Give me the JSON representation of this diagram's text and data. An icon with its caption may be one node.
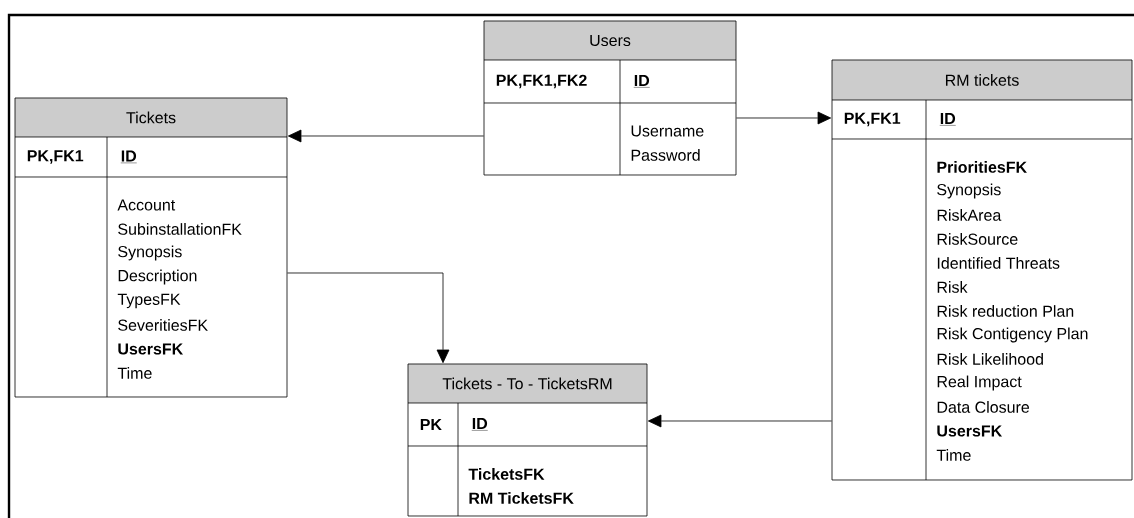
{
  "diagram": {
    "nodes": [
      {
        "text": [
          "Tickets",
          "PK,FK1",
          "ID",
          "Account",
          "SubinstallationFK",
          "Synopsis",
          "Description",
          "TypesFK",
          "SeveritiesFK",
          "**UsersFK**",
          "Time"
        ]
      },
      {
        "text": [
          "Users",
          "PK,FK1,FK2",
          "ID",
          "Username",
          "Password"
        ]
      },
      {
        "text": [
          "RM tickets",
          "PK,FK1",
          "ID",
          "**PrioritiesFK**",
          "Synopsis",
          "RiskArea",
          "RiskSource",
          "Identified Threats",
          "Risk",
          "Risk reduction Plan",
          "Risk Contigency Plan",
          "Risk Likelihood",
          "Real Impact",
          "Data Closure",
          "**UsersFK**",
          "Time"
        ]
      },
      {
        "text": [
          "Tickets - To - TicketsRM",
          "PK",
          "ID",
          "**TicketsFK**",
          "**RM TicketsFK**"
        ]
      }
    ],
    "edges": [
      {
        "from": 1,
        "to": 0,
        "arrow": "to"
      },
      {
        "from": 1,
        "to": 2,
        "arrow": "to"
      },
      {
        "from": 0,
        "to": 3,
        "arrow": "to"
      },
      {
        "from": 2,
        "to": 3,
        "arrow": "to"
      }
    ]
  }
}
